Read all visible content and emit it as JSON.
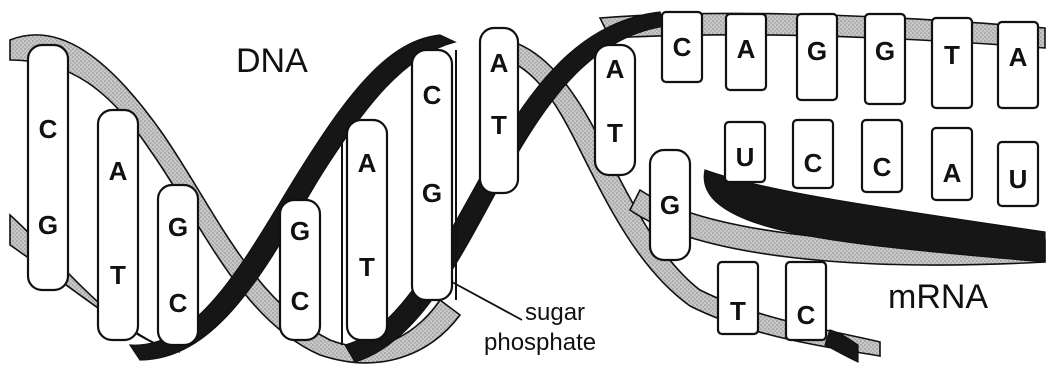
{
  "labels": {
    "dna": "DNA",
    "mrna": "mRNA",
    "sugar": "sugar",
    "phosphate": "phosphate"
  },
  "colors": {
    "ink": "#111111",
    "strand_fill": "#bdbdbd",
    "mrna_fill": "#161616",
    "background": "#ffffff"
  },
  "dna_pairs": [
    {
      "top": "C",
      "bottom": "G"
    },
    {
      "top": "A",
      "bottom": "T"
    },
    {
      "top": "G",
      "bottom": "C"
    },
    {
      "top": "G",
      "bottom": "C"
    },
    {
      "top": "A",
      "bottom": "T"
    },
    {
      "top": "C",
      "bottom": "G"
    },
    {
      "top": "A",
      "bottom": "T"
    },
    {
      "top": "A",
      "bottom": "T"
    },
    {
      "top": "G",
      "bottom": ""
    }
  ],
  "template_strand": [
    "C",
    "A",
    "G",
    "G",
    "T",
    "A"
  ],
  "mrna_bases": [
    "U",
    "C",
    "C",
    "A",
    "U"
  ],
  "lower_strand": [
    "T",
    "C"
  ]
}
